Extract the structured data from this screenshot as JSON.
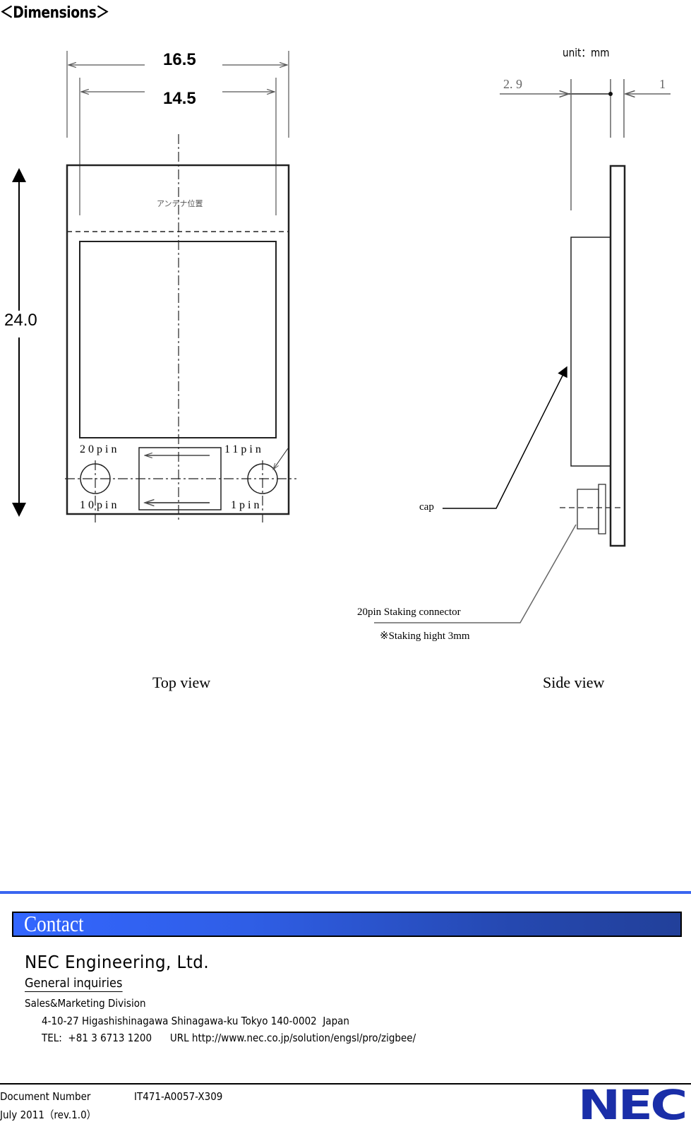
{
  "heading": "＜Dimensions＞",
  "unit": "unit：mm",
  "top_view": {
    "dim_width_outer": "16.5",
    "dim_width_inner": "14.5",
    "dim_height": "24.0",
    "antenna_label": "アンテナ位置",
    "pin_labels": {
      "pin20": "20pin",
      "pin11": "11pin",
      "pin10": "10pin",
      "pin1": "1pin"
    },
    "caption": "Top view"
  },
  "side_view": {
    "dim_left": "2. 9",
    "dim_right": "1",
    "cap_label": "cap",
    "connector_label": "20pin Staking connector",
    "staking_note": "※Staking hight 3mm",
    "caption": "Side view"
  },
  "contact": {
    "title": "Contact",
    "company": "NEC  Engineering, Ltd.",
    "general_inquiries": "General inquiries",
    "division": "Sales&Marketing Division",
    "address": "4-10-27 Higashishinagawa Shinagawa-ku Tokyo 140-0002  Japan",
    "tel": "TEL:  +81 3 6713 1200      URL http://www.nec.co.jp/solution/engsl/pro/zigbee/"
  },
  "footer": {
    "doc_number_label": "Document Number",
    "doc_number": "IT471-A0057-X309",
    "date": "July 2011（rev.1.0）",
    "logo": "NEC"
  },
  "colors": {
    "accent_blue": "#3a66f0",
    "logo_blue": "#1a2ea8"
  }
}
